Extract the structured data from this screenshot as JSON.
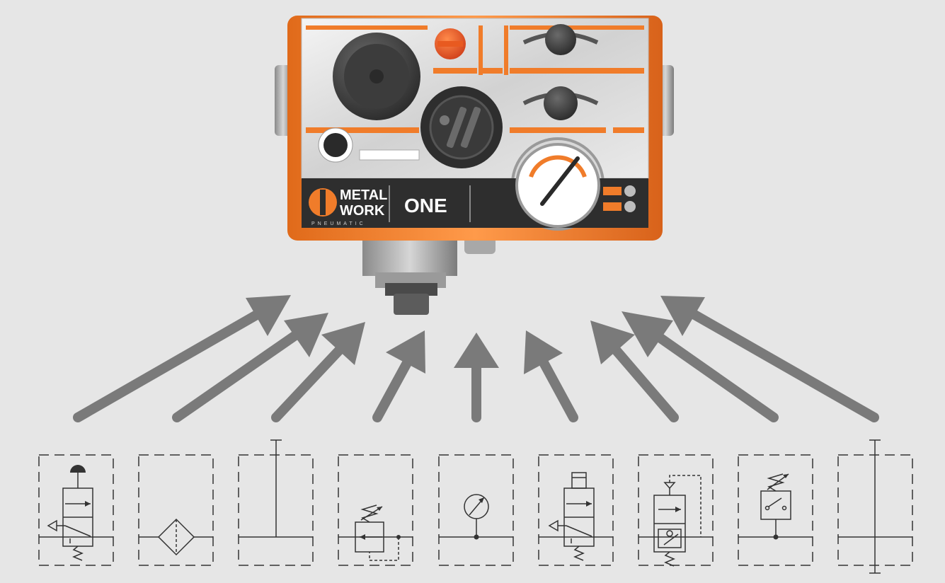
{
  "device": {
    "brand_top": "METAL",
    "brand_bottom": "WORK",
    "brand_sub": "PNEUMATIC",
    "model": "ONE"
  },
  "colors": {
    "background": "#e6e6e6",
    "accent_orange": "#f07c2a",
    "arrow_gray": "#7a7a7a",
    "panel_dark": "#2e2e2e",
    "symbol_line": "#333333"
  },
  "symbols": [
    {
      "name": "manual-shutoff-valve"
    },
    {
      "name": "filter"
    },
    {
      "name": "intake-module"
    },
    {
      "name": "pressure-regulator"
    },
    {
      "name": "pressure-gauge"
    },
    {
      "name": "solenoid-shutoff-valve"
    },
    {
      "name": "soft-start-valve"
    },
    {
      "name": "pressure-switch"
    },
    {
      "name": "outlet-module"
    }
  ]
}
